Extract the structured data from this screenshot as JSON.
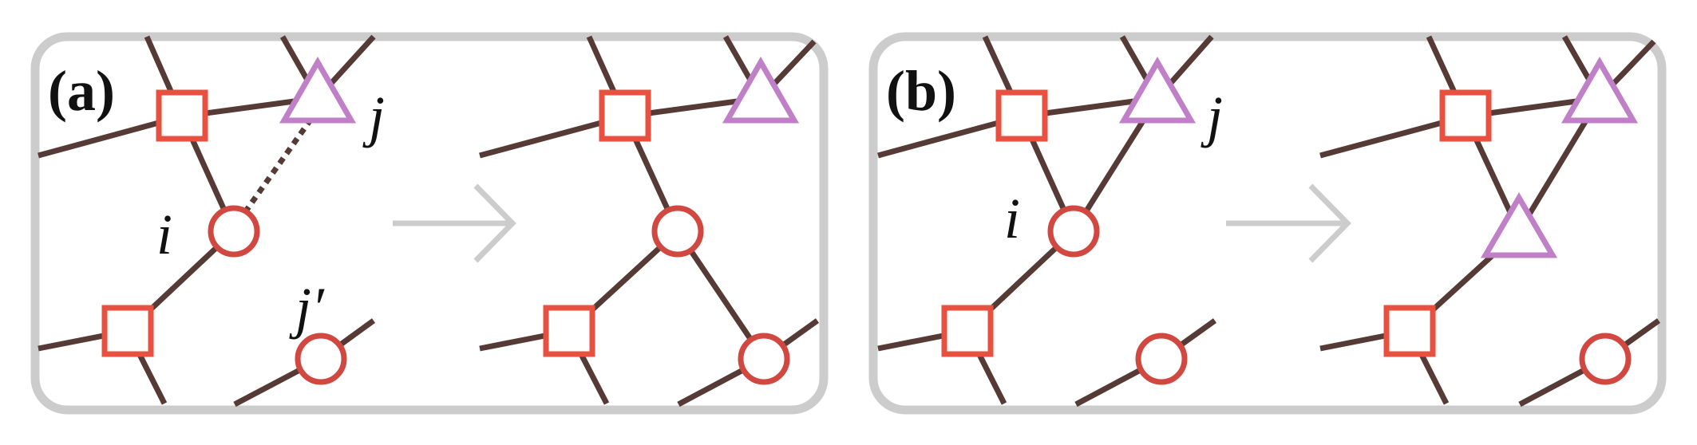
{
  "panels": [
    {
      "label": "(a)",
      "labels": {
        "i": "i",
        "j": "j",
        "j_prime": "j′"
      }
    },
    {
      "label": "(b)",
      "labels": {
        "i": "i",
        "j": "j"
      }
    }
  ],
  "colors": {
    "edge": "#553a36",
    "square_node": "#e85040",
    "circle_node": "#d04840",
    "triangle_node": "#c080c8",
    "frame": "#cccccc",
    "arrow": "#cccccc"
  },
  "icons": {
    "square": "square-node-icon",
    "circle": "circle-node-icon",
    "triangle": "triangle-node-icon",
    "arrow": "right-arrow-icon"
  }
}
